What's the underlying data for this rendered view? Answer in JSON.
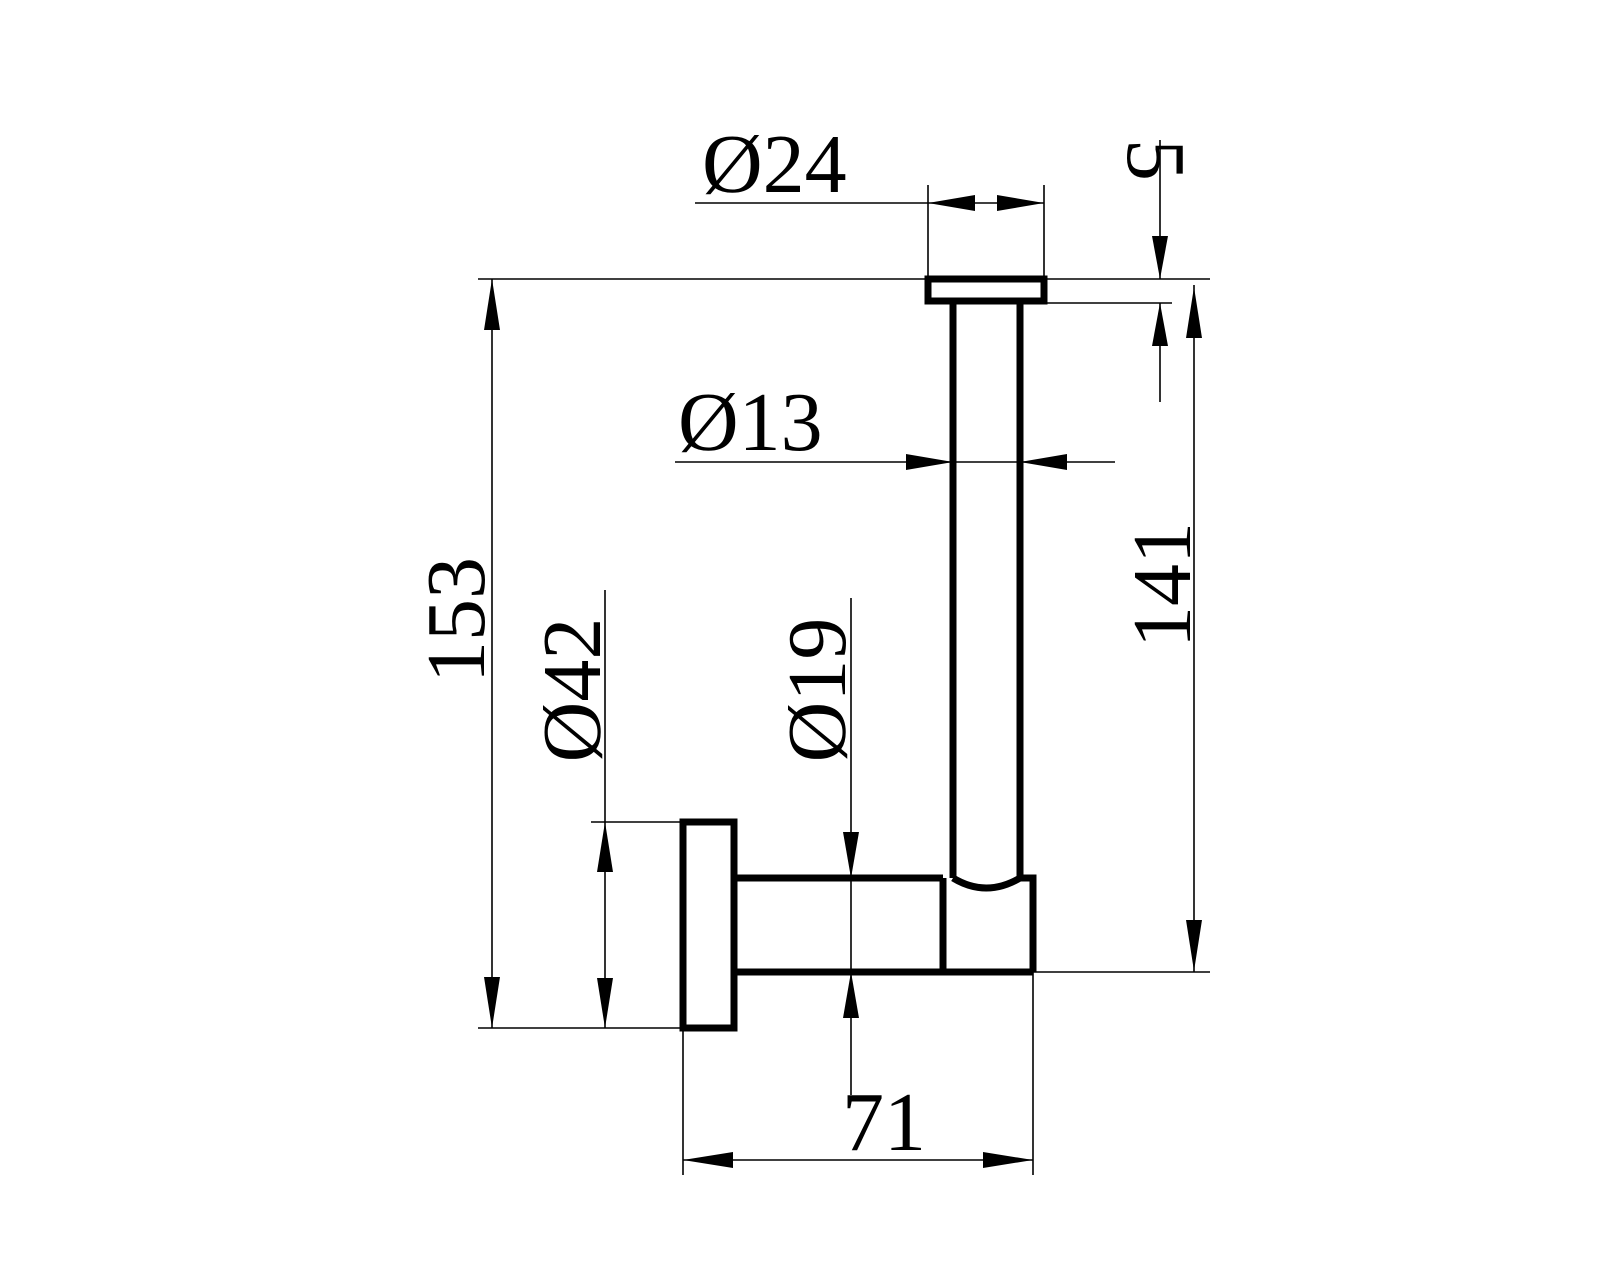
{
  "dimensions": {
    "overall_height": "153",
    "rod_length": "141",
    "top_cap_thickness": "5",
    "top_cap_diameter": "Ø24",
    "rod_diameter": "Ø13",
    "base_plate_diameter": "Ø42",
    "arm_diameter": "Ø19",
    "projection": "71"
  }
}
